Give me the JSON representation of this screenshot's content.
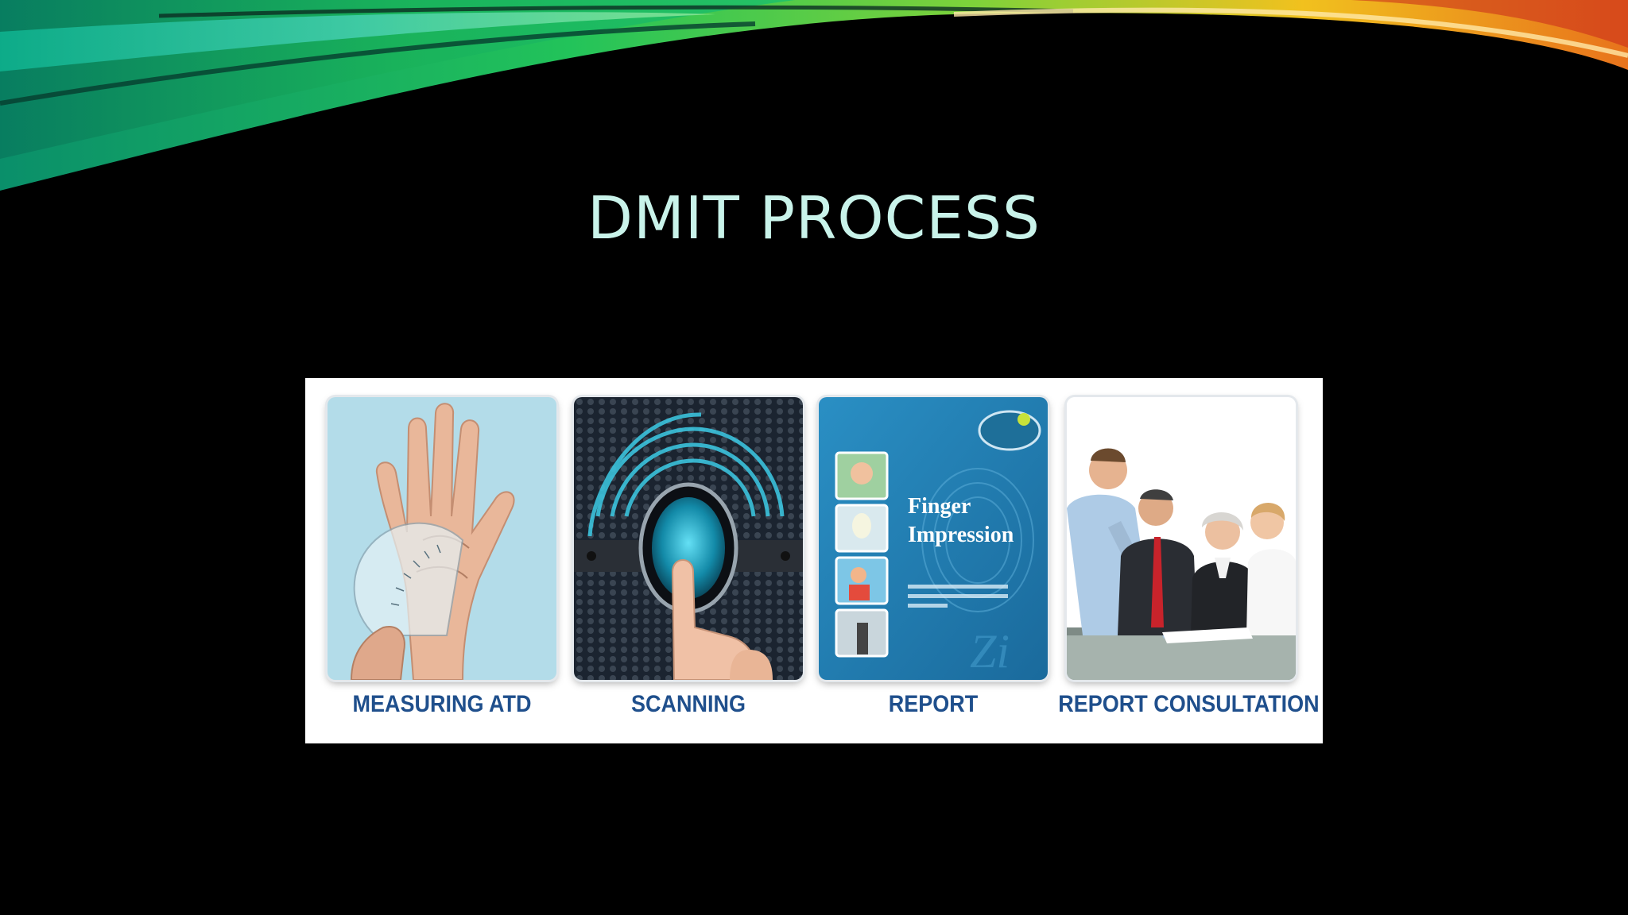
{
  "slide": {
    "title": "DMIT PROCESS"
  },
  "steps": [
    {
      "caption": "MEASURING ATD",
      "icon": "hand-protractor-icon"
    },
    {
      "caption": "SCANNING",
      "icon": "fingerprint-scanner-icon"
    },
    {
      "caption": "REPORT",
      "icon": "report-cover-icon"
    },
    {
      "caption": "REPORT CONSULTATION",
      "icon": "consultation-meeting-icon"
    }
  ],
  "report_cover": {
    "line1": "Finger",
    "line2": "Impression"
  },
  "colors": {
    "background": "#000000",
    "title": "#c9f3ea",
    "caption": "#1f4f8c",
    "swoosh_green": "#1fc25a",
    "swoosh_orange": "#f2a31a"
  }
}
